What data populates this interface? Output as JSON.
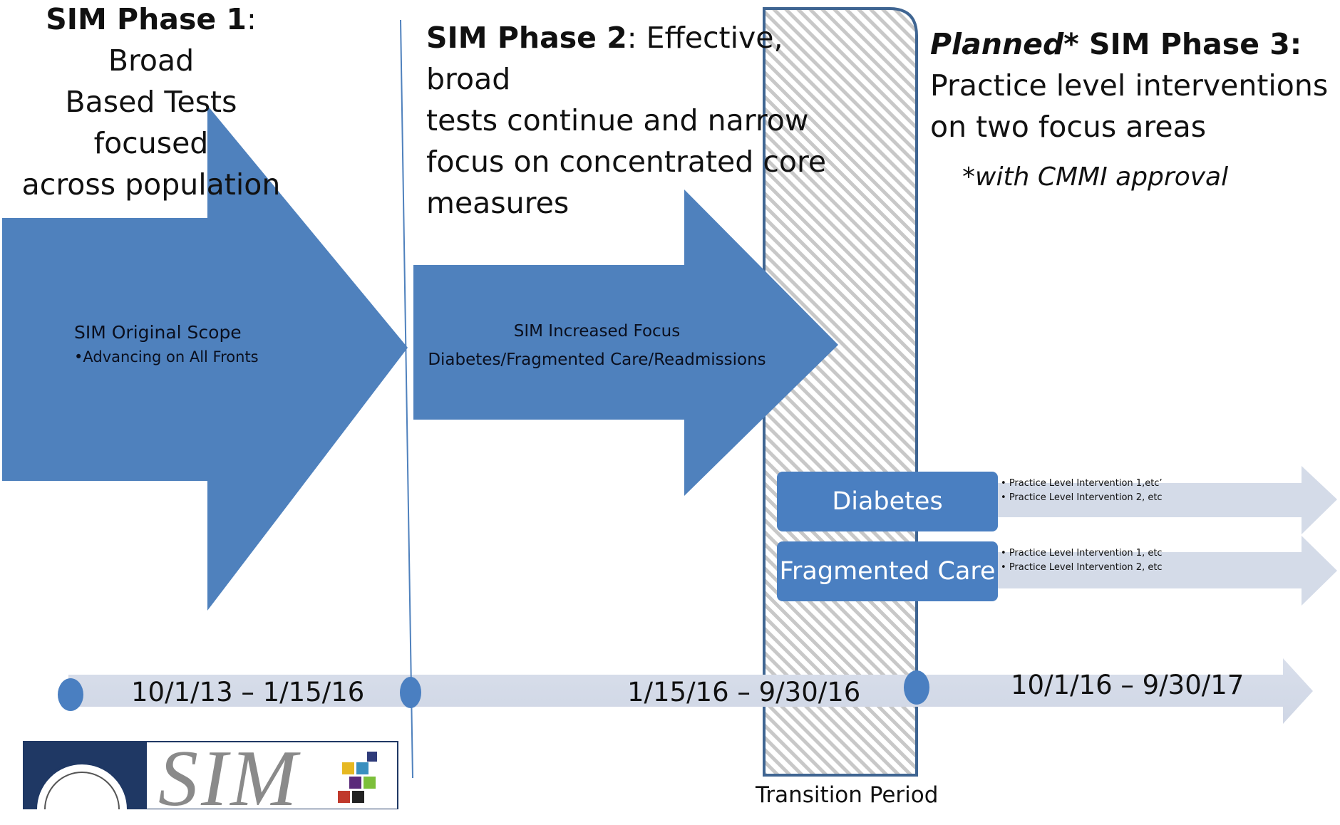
{
  "phase1": {
    "title_bold": "SIM Phase 1",
    "title_rest": ": Broad",
    "line2": "Based Tests focused",
    "line3": "across population"
  },
  "phase2": {
    "title_bold": "SIM Phase 2",
    "title_rest": ": Effective, broad",
    "line2": "tests continue and narrow",
    "line3": "focus on concentrated core",
    "line4": "measures"
  },
  "phase3": {
    "planned": "Planned*",
    "title_bold": " SIM Phase 3:",
    "line2": "Practice level interventions",
    "line3": "on two focus areas",
    "note": "*with CMMI approval"
  },
  "arrow1": {
    "title": "SIM Original Scope",
    "bullet": "•Advancing on All Fronts"
  },
  "arrow2": {
    "title": "SIM Increased Focus",
    "subtitle": "Diabetes/Fragmented Care/Readmissions"
  },
  "focus_areas": [
    {
      "label": "Diabetes",
      "bullets": [
        "Practice Level Intervention 1,etc’",
        "Practice Level Intervention 2, etc"
      ]
    },
    {
      "label": "Fragmented Care",
      "bullets": [
        "Practice Level Intervention 1, etc",
        "Practice Level Intervention 2, etc"
      ]
    }
  ],
  "timeline": {
    "range1": "10/1/13 – 1/15/16",
    "range2": "1/15/16 – 9/30/16",
    "range3": "10/1/16 – 9/30/17"
  },
  "transition_label": "Transition Period",
  "logo": {
    "text": "SIM"
  },
  "colors": {
    "arrow_blue": "#4f81bd",
    "pill_blue": "#4a7fc1",
    "light_band": "#d4dbe8",
    "transition_border": "#3f6592"
  }
}
